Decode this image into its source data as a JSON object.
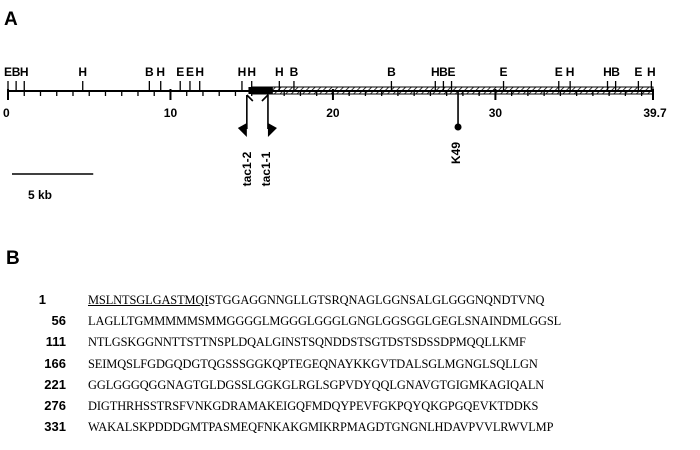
{
  "panel_a": {
    "label": "A",
    "map_length_kb": 39.7,
    "scale_ticks": [
      {
        "kb": 0,
        "label": "0"
      },
      {
        "kb": 10,
        "label": "10"
      },
      {
        "kb": 20,
        "label": "20"
      },
      {
        "kb": 30,
        "label": "30"
      },
      {
        "kb": 39.7,
        "label": "39.7"
      }
    ],
    "minor_tick_kb": [
      1,
      2,
      3,
      4,
      5,
      6,
      7,
      8,
      9,
      11,
      12,
      13,
      14,
      15,
      16,
      17,
      18,
      19,
      21,
      22,
      23,
      24,
      25,
      26,
      27,
      28,
      29,
      31,
      32,
      33,
      34,
      35,
      36,
      37,
      38,
      39
    ],
    "restriction_sites": [
      {
        "label": "E",
        "kb": 0.0
      },
      {
        "label": "B",
        "kb": 0.5
      },
      {
        "label": "H",
        "kb": 1.0
      },
      {
        "label": "H",
        "kb": 4.6
      },
      {
        "label": "B",
        "kb": 8.7
      },
      {
        "label": "H",
        "kb": 9.4
      },
      {
        "label": "E",
        "kb": 10.6
      },
      {
        "label": "E",
        "kb": 11.2
      },
      {
        "label": "H",
        "kb": 11.8
      },
      {
        "label": "H",
        "kb": 14.4
      },
      {
        "label": "H",
        "kb": 15.0
      },
      {
        "label": "H",
        "kb": 16.7
      },
      {
        "label": "B",
        "kb": 17.6
      },
      {
        "label": "B",
        "kb": 23.6
      },
      {
        "label": "H",
        "kb": 26.3
      },
      {
        "label": "B",
        "kb": 26.8
      },
      {
        "label": "E",
        "kb": 27.3
      },
      {
        "label": "E",
        "kb": 30.5
      },
      {
        "label": "E",
        "kb": 33.9
      },
      {
        "label": "H",
        "kb": 34.6
      },
      {
        "label": "H",
        "kb": 36.9
      },
      {
        "label": "B",
        "kb": 37.4
      },
      {
        "label": "E",
        "kb": 38.8
      },
      {
        "label": "H",
        "kb": 39.6
      }
    ],
    "gene_region_kb": [
      15.0,
      39.7
    ],
    "dark_segment_kb": [
      14.8,
      16.3
    ],
    "insertions": [
      {
        "label": "tac1-2",
        "kb": 14.7
      },
      {
        "label": "tac1-1",
        "kb": 16.0
      }
    ],
    "marker": {
      "label": "K49",
      "kb": 27.7
    },
    "scale_bar": {
      "length_kb": 5,
      "label": "5 kb"
    }
  },
  "panel_b": {
    "label": "B",
    "rows": [
      {
        "num": "1",
        "underlined": "MSLNTSGLGASTMQI",
        "seq": "STGGAGGNNGLLGTSRQNAGLGGNSALGLGGGNQNDTVNQ"
      },
      {
        "num": "56",
        "underlined": "",
        "seq": "LAGLLTGMMMMMSMMGGGGLMGGGLGGGLGNGLGGSGGLGEGLSNAINDMLGGSL"
      },
      {
        "num": "111",
        "underlined": "",
        "seq": "NTLGSKGGNNTTSTTNSPLDQALGINSTSQNDDSTSGTDSTSDSSDPMQQLLKMF"
      },
      {
        "num": "166",
        "underlined": "",
        "seq": "SEIMQSLFGDGQDGTQGSSSGGKQPTEGEQNAYKKGVTDALSGLMGNGLSQLLGN"
      },
      {
        "num": "221",
        "underlined": "",
        "seq": "GGLGGGQGGNAGTGLDGSSLGGKGLRGLSGPVDYQQLGNAVGTGIGMKAGIQALN"
      },
      {
        "num": "276",
        "underlined": "",
        "seq": "DIGTHRHSSTRSFVNKGDRAMAKEIGQFMDQYPEVFGKPQYQKGPGQEVKTDDKS"
      },
      {
        "num": "331",
        "underlined": "",
        "seq": "WAKALSKPDDDGMTPASMEQFNKAKGMIKRPMAGDTGNGNLHDAVPVVLRWVLMP"
      }
    ]
  }
}
